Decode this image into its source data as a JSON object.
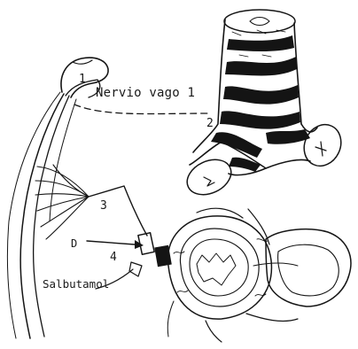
{
  "labels": {
    "vagus": "Nervio vago 1",
    "n1": "1",
    "n2": "2",
    "n3": "3",
    "n4": "4",
    "drug_mark": "D",
    "salbutamol": "Salbutamol"
  }
}
